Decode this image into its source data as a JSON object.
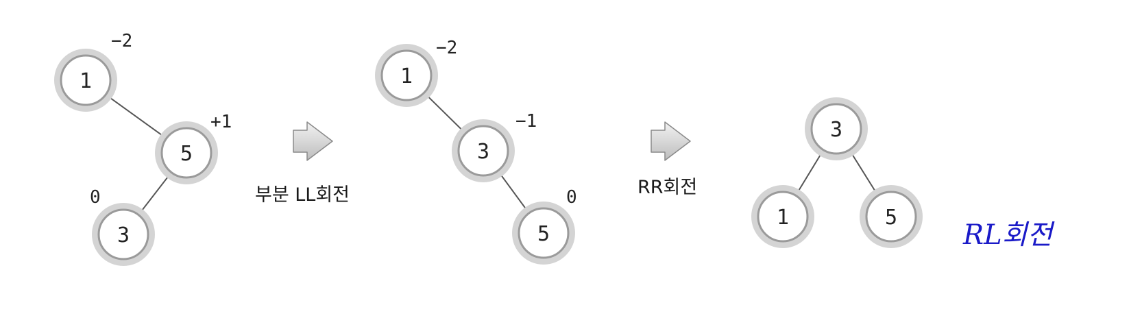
{
  "colors": {
    "edge": "#555555",
    "node_halo": "#d4d4d4",
    "node_ring": "#9a9a9a",
    "node_fill": "#ffffff",
    "arrow_fill": "#d8d8d8",
    "arrow_stroke": "#8a8a8a",
    "note": "#1a1ac8"
  },
  "trees": [
    {
      "name": "before",
      "nodes": [
        {
          "value": "1",
          "balance": "−2"
        },
        {
          "value": "5",
          "balance": "+1"
        },
        {
          "value": "3",
          "balance": "0"
        }
      ]
    },
    {
      "name": "after-ll",
      "nodes": [
        {
          "value": "1",
          "balance": "−2"
        },
        {
          "value": "3",
          "balance": "−1"
        },
        {
          "value": "5",
          "balance": "0"
        }
      ]
    },
    {
      "name": "after-rr",
      "nodes": [
        {
          "value": "3"
        },
        {
          "value": "1"
        },
        {
          "value": "5"
        }
      ]
    }
  ],
  "steps": [
    {
      "label": "부분 LL회전",
      "icon": "right-arrow-icon"
    },
    {
      "label": "RR회전",
      "icon": "right-arrow-icon"
    }
  ],
  "note": "RL회전"
}
